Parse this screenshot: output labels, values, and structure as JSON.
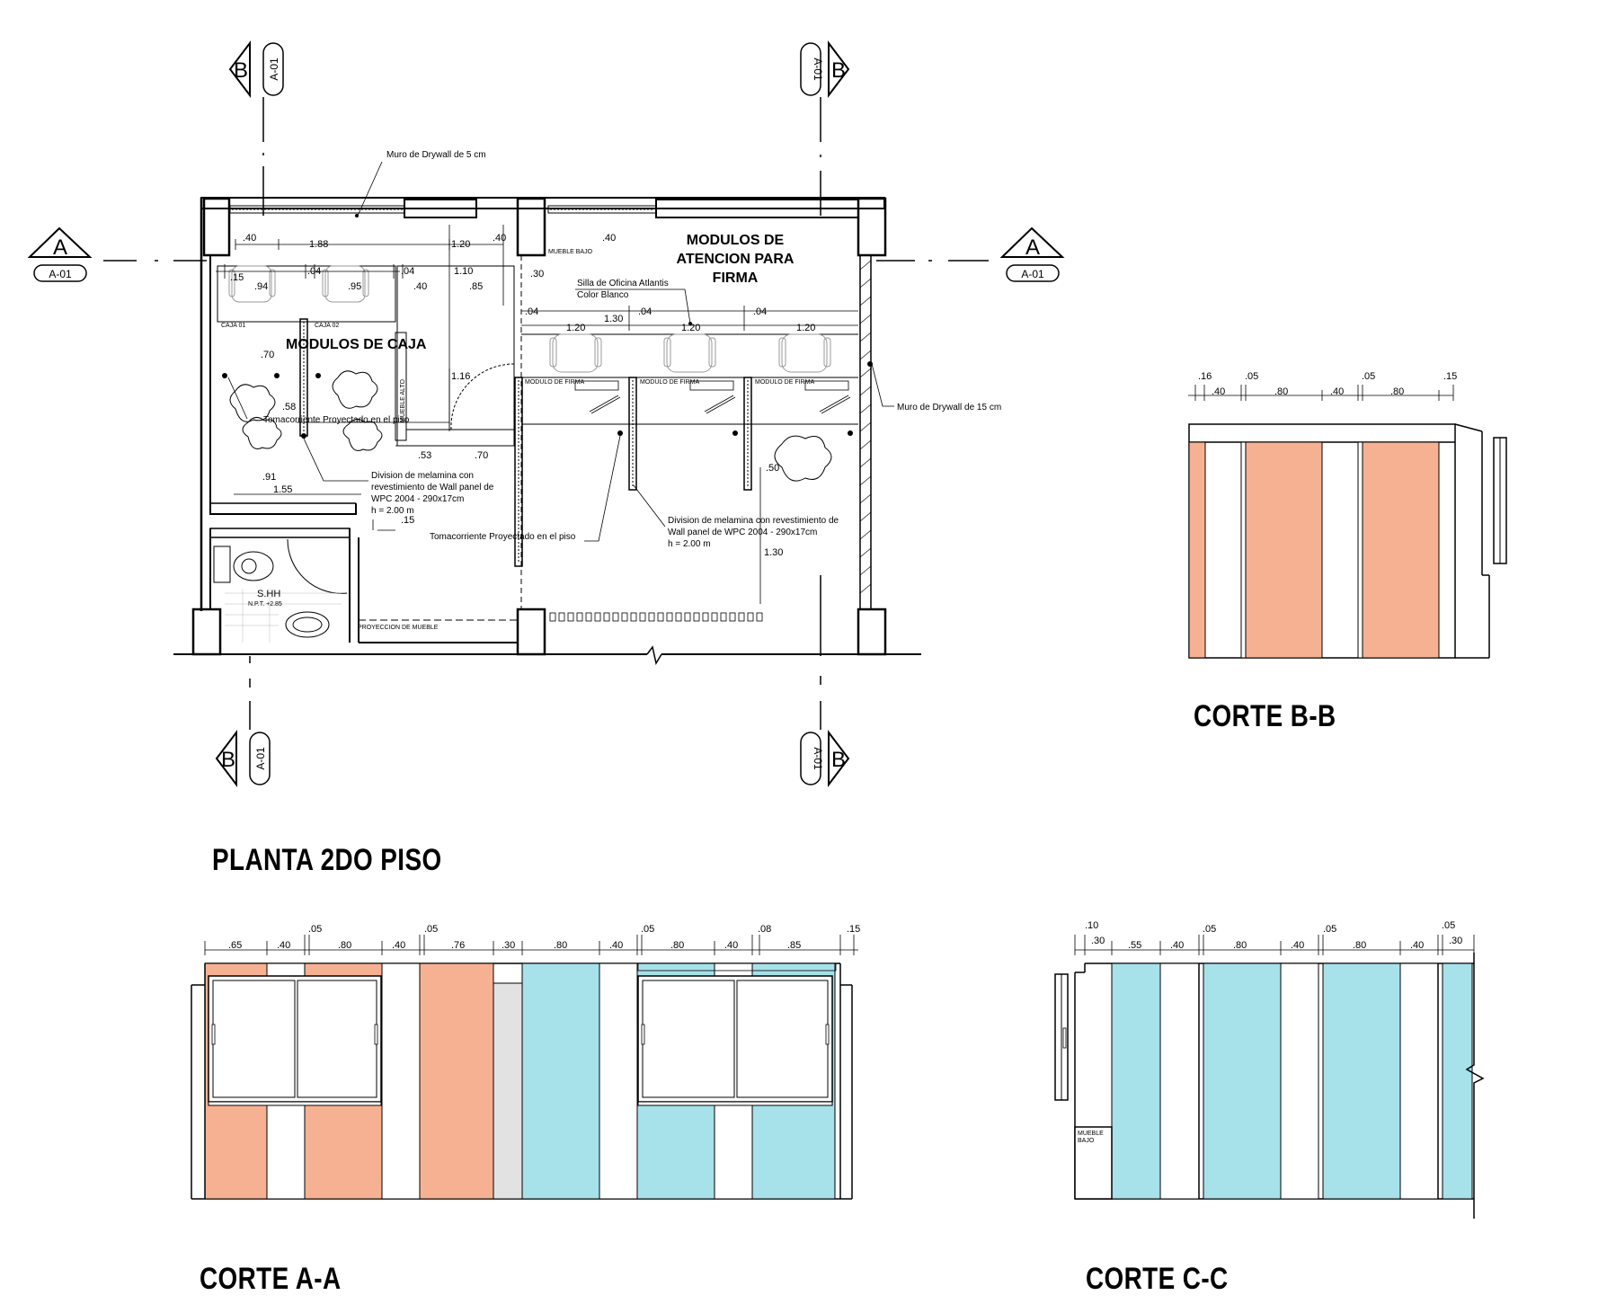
{
  "colors": {
    "salmon": "#f6b193",
    "cyan": "#a7e1ea",
    "grey": "#e2e2e2",
    "line": "#000000"
  },
  "titles": {
    "plan": "PLANTA 2DO PISO",
    "corte_aa": "CORTE A-A",
    "corte_bb": "CORTE B-B",
    "corte_cc": "CORTE C-C"
  },
  "markers": {
    "a": "A",
    "b": "B",
    "ref": "A-01"
  },
  "plan": {
    "room_caja": "MODULOS DE CAJA",
    "room_firma_1": "MODULOS DE",
    "room_firma_2": "ATENCION PARA",
    "room_firma_3": "FIRMA",
    "notes": {
      "drywall5": "Muro de Drywall de 5 cm",
      "drywall15": "Muro de Drywall de 15 cm",
      "silla_1": "Silla de Oficina Atlantis",
      "silla_2": "Color Blanco",
      "toma_1": "Tomacorriente Proyectado en el piso",
      "toma_2": "Tomacorriente Proyectado en el piso",
      "div1_1": "Division de melamina con",
      "div1_2": "revestimiento de  Wall panel de",
      "div1_3": "WPC 2004 - 290x17cm",
      "div1_4": "h = 2.00 m",
      "div2_1": "Division de melamina con revestimiento de",
      "div2_2": "Wall panel de WPC 2004 - 290x17cm",
      "div2_3": "h = 2.00 m",
      "mueble_bajo": "MUEBLE BAJO",
      "mueble_alto": "MUEBLE ALTO",
      "proyeccion": "PROYECCION DE MUEBLE",
      "caja01": "CAJA 01",
      "caja02": "CAJA 02",
      "modulo": "MODULO DE FIRMA",
      "sshh": "S.HH",
      "npt": "N.P.T. +2.85"
    },
    "dims": {
      "d40a": ".40",
      "d188": "1.88",
      "d120a": "1.20",
      "d40b": ".40",
      "d40c": ".40",
      "d15": ".15",
      "d94": ".94",
      "d04a": ".04",
      "d95": ".95",
      "d04b": ".04",
      "d40d": ".40",
      "d110": "1.10",
      "d85": ".85",
      "d30": ".30",
      "d04c": ".04",
      "d120b": "1.20",
      "d130a": "1.30",
      "d04d": ".04",
      "d120c": "1.20",
      "d04e": ".04",
      "d120d": "1.20",
      "d70": ".70",
      "d58": ".58",
      "d116": "1.16",
      "d53": ".53",
      "d70b": ".70",
      "d91": ".91",
      "d155": "1.55",
      "d15b": ".15",
      "d50": ".50",
      "d130b": "1.30"
    }
  },
  "corte_aa_dims": [
    ".65",
    ".40",
    ".05",
    ".80",
    ".40",
    ".05",
    ".76",
    ".30",
    ".80",
    ".40",
    ".05",
    ".80",
    ".40",
    ".08",
    ".85",
    ".15"
  ],
  "corte_bb_dims": [
    ".16",
    ".40",
    ".05",
    ".80",
    ".40",
    ".05",
    ".80",
    ".15"
  ],
  "corte_cc_dims": [
    ".10",
    ".30",
    ".55",
    ".40",
    ".05",
    ".80",
    ".40",
    ".05",
    ".80",
    ".40",
    ".05",
    ".30"
  ],
  "corte_cc_mueble_1": "MUEBLE",
  "corte_cc_mueble_2": "BAJO"
}
